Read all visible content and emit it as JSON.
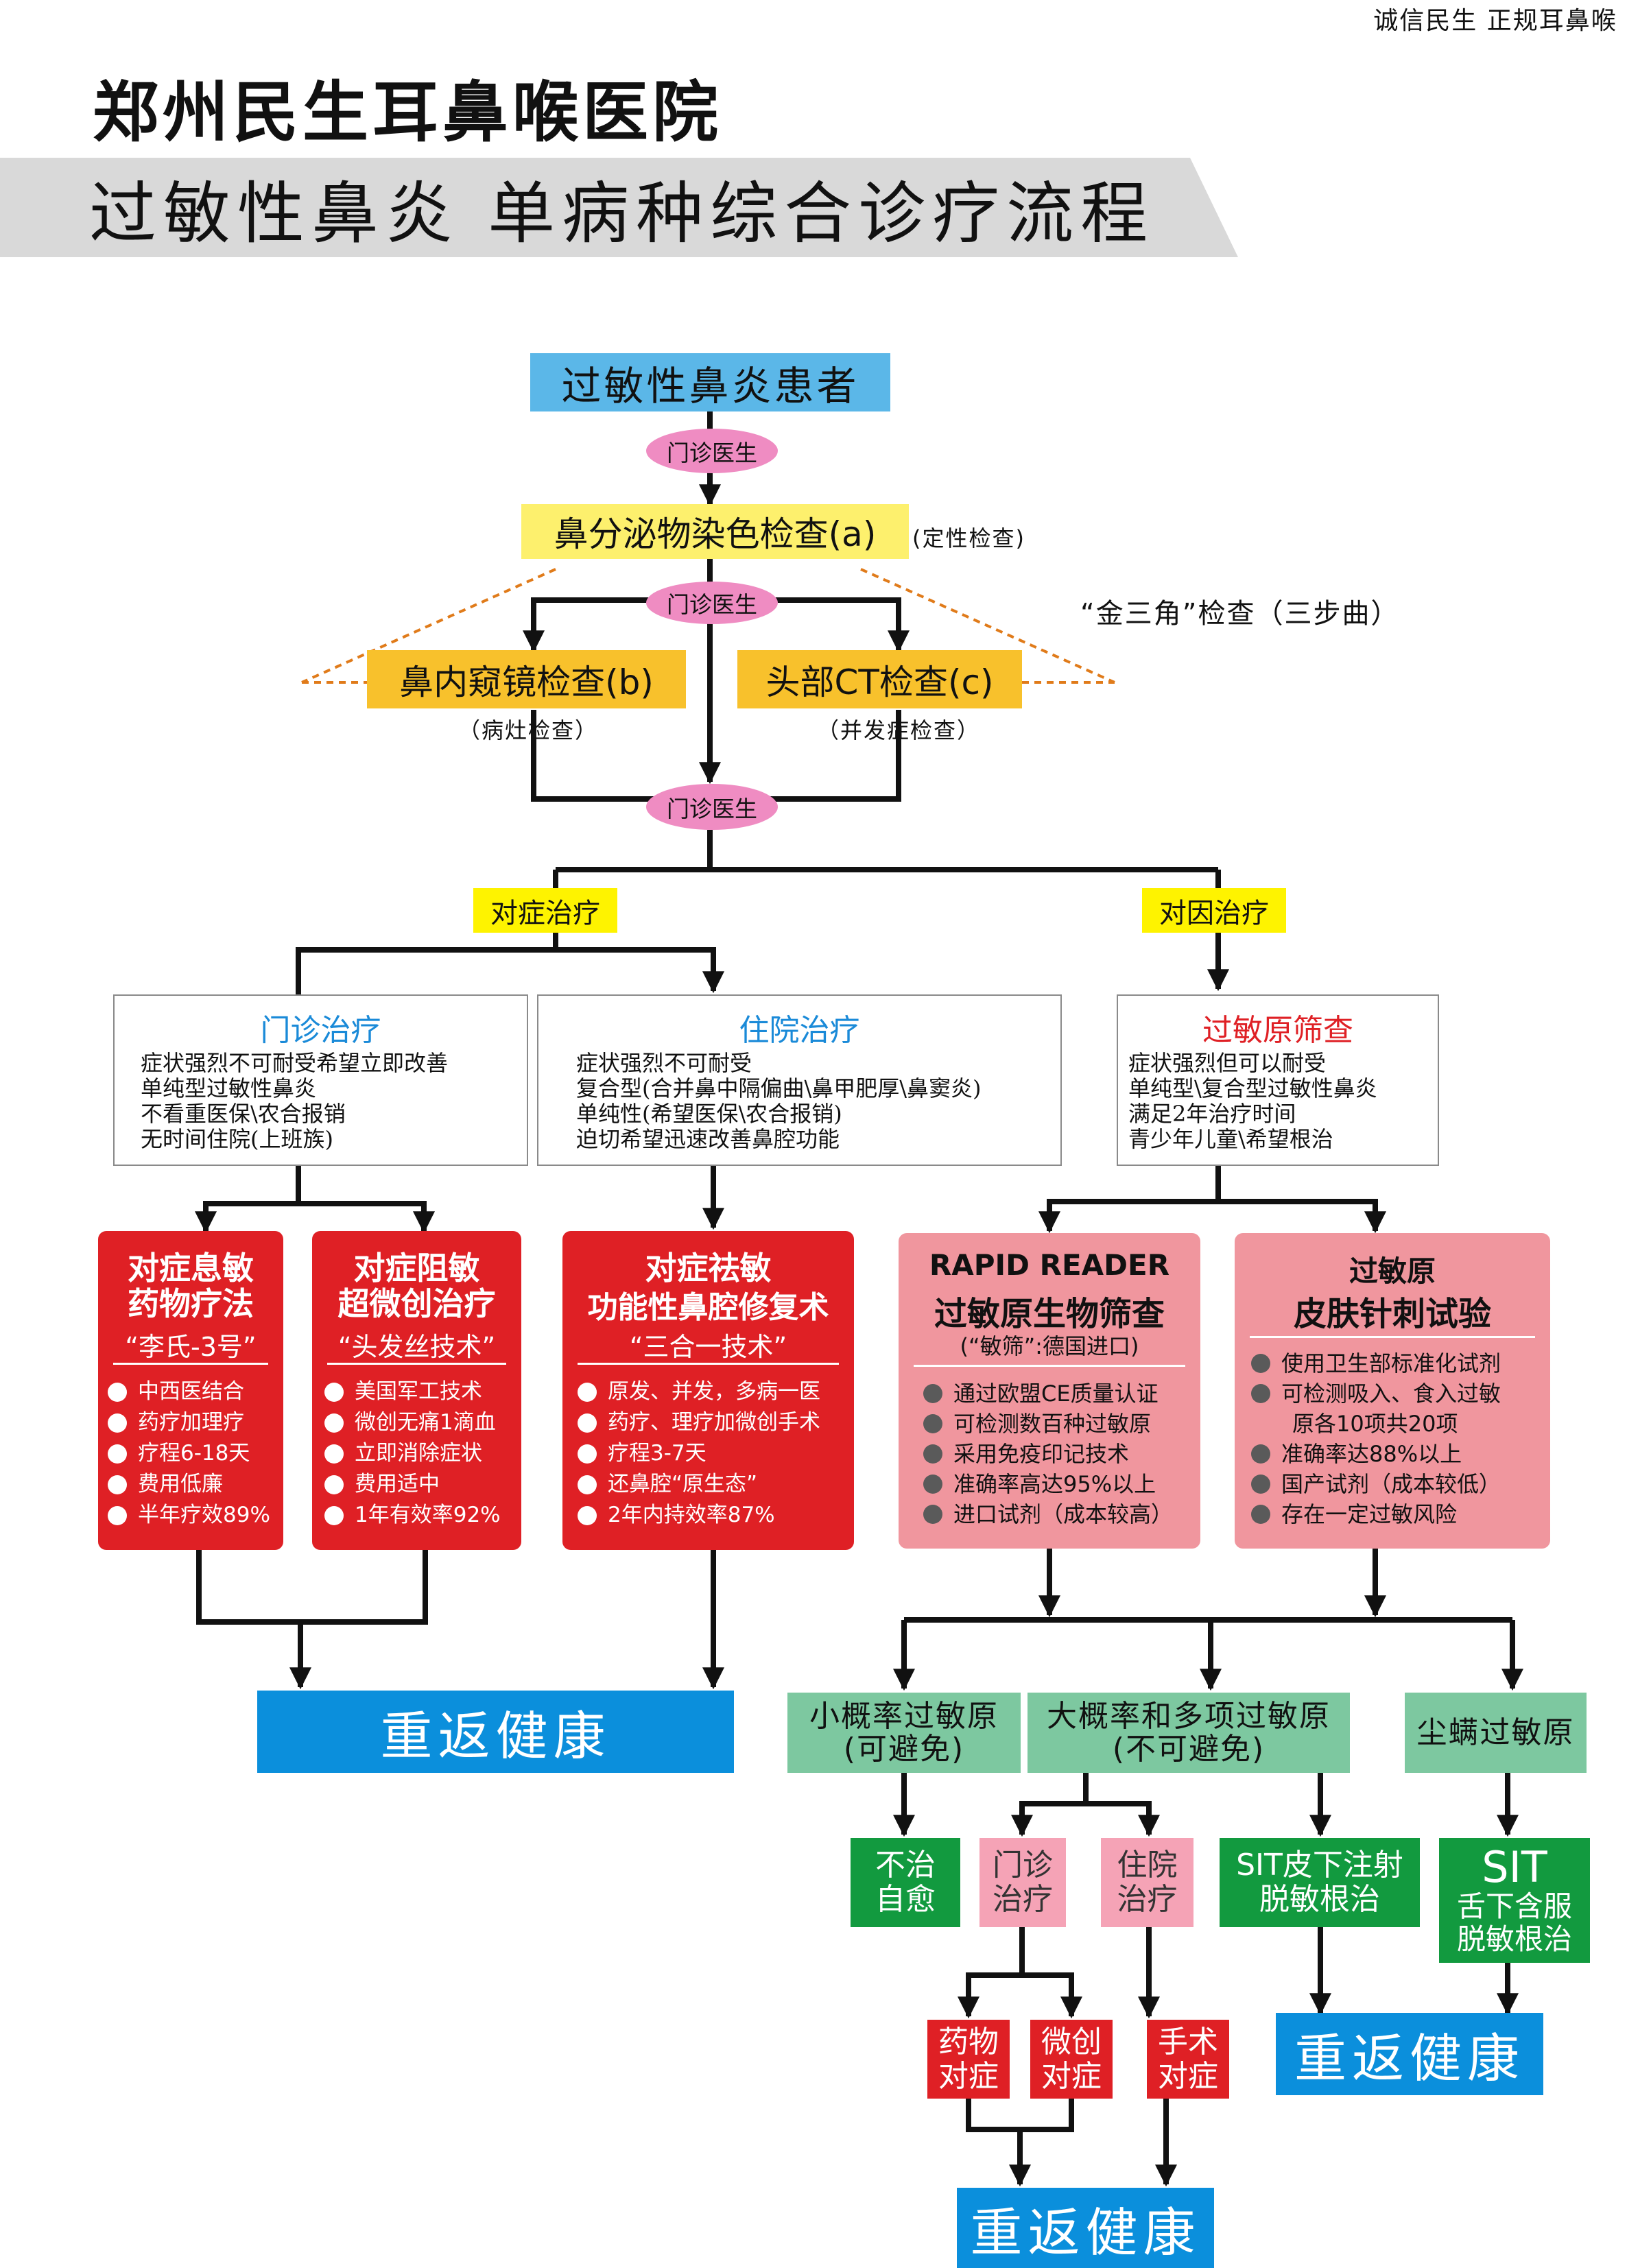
{
  "slogan": "诚信民生 正规耳鼻喉",
  "hospital_name": "郑州民生耳鼻喉医院",
  "title": "过敏性鼻炎 单病种综合诊疗流程",
  "patient": "过敏性鼻炎患者",
  "clinic_doctor": "门诊医生",
  "exam_a": {
    "label": "鼻分泌物染色检查(a)",
    "note": "(定性检查)"
  },
  "golden_triangle": "“金三角”检查（三步曲）",
  "exam_b": {
    "label": "鼻内窥镜检查(b)",
    "note": "（病灶检查）"
  },
  "exam_c": {
    "label": "头部CT检查(c)",
    "note": "（并发症检查）"
  },
  "symptomatic": "对症治疗",
  "causal": "对因治疗",
  "outpatient": {
    "title": "门诊治疗",
    "items": [
      "症状强烈不可耐受希望立即改善",
      "单纯型过敏性鼻炎",
      "不看重医保\\农合报销",
      "无时间住院(上班族)"
    ]
  },
  "inpatient": {
    "title": "住院治疗",
    "items": [
      "症状强烈不可耐受",
      "复合型(合并鼻中隔偏曲\\鼻甲肥厚\\鼻窦炎)",
      "单纯性(希望医保\\农合报销)",
      "迫切希望迅速改善鼻腔功能"
    ]
  },
  "screening": {
    "title": "过敏原筛查",
    "items": [
      "症状强烈但可以耐受",
      "单纯型\\复合型过敏性鼻炎",
      "满足2年治疗时间",
      "青少年儿童\\希望根治"
    ]
  },
  "card1": {
    "title1": "对症息敏",
    "title2": "药物疗法",
    "subtitle": "“李氏-3号”",
    "items": [
      "中西医结合",
      "药疗加理疗",
      "疗程6-18天",
      "费用低廉",
      "半年疗效89%"
    ]
  },
  "card2": {
    "title1": "对症阻敏",
    "title2": "超微创治疗",
    "subtitle": "“头发丝技术”",
    "items": [
      "美国军工技术",
      "微创无痛1滴血",
      "立即消除症状",
      "费用适中",
      "1年有效率92%"
    ]
  },
  "card3": {
    "title1": "对症祛敏",
    "title2": "功能性鼻腔修复术",
    "subtitle": "“三合一技术”",
    "items": [
      "原发、并发，多病一医",
      "药疗、理疗加微创手术",
      "疗程3-7天",
      "还鼻腔“原生态”",
      "2年内持效率87%"
    ]
  },
  "card4": {
    "title1": "RAPID READER",
    "title2": "过敏原生物筛查",
    "subtitle": "(“敏筛”:德国进口)",
    "items": [
      "通过欧盟CE质量认证",
      "可检测数百种过敏原",
      "采用免疫印记技术",
      "准确率高达95%以上",
      "进口试剂（成本较高）"
    ]
  },
  "card5": {
    "title1": "过敏原",
    "title2": "皮肤针刺试验",
    "items": [
      "使用卫生部标准化试剂",
      "可检测吸入、食入过敏",
      "原各10项共20项",
      "准确率达88%以上",
      "国产试剂（成本较低）",
      "存在一定过敏风险"
    ]
  },
  "return_health": "重返健康",
  "low_prob": {
    "line1": "小概率过敏原",
    "line2": "(可避免)"
  },
  "high_prob": {
    "line1": "大概率和多项过敏原",
    "line2": "(不可避免)"
  },
  "dust_mite": "尘螨过敏原",
  "no_treat": {
    "line1": "不治",
    "line2": "自愈"
  },
  "op_treat": {
    "line1": "门诊",
    "line2": "治疗"
  },
  "ip_treat": {
    "line1": "住院",
    "line2": "治疗"
  },
  "sit_inject": {
    "line1": "SIT皮下注射",
    "line2": "脱敏根治"
  },
  "sit_sub": {
    "line1": "SIT",
    "line2": "舌下含服",
    "line3": "脱敏根治"
  },
  "drug": {
    "line1": "药物",
    "line2": "对症"
  },
  "minimal": {
    "line1": "微创",
    "line2": "对症"
  },
  "surgery": {
    "line1": "手术",
    "line2": "对症"
  },
  "colors": {
    "blue": "#5bb7e8",
    "red": "#df2025",
    "green": "#129a3f",
    "mint": "#7dc8a0",
    "return": "#0b8fdc"
  }
}
